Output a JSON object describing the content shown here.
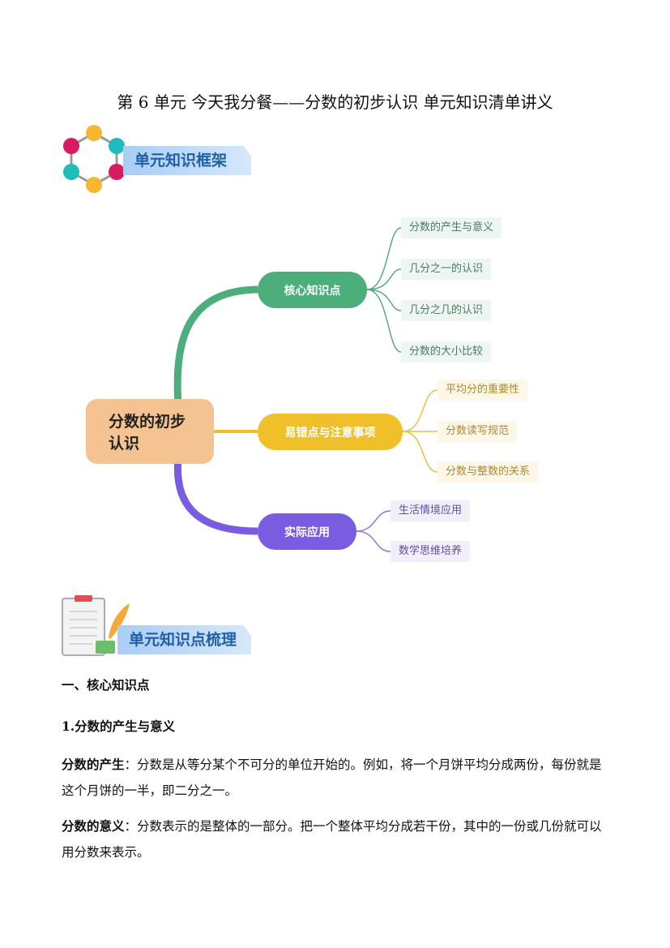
{
  "title": "第 6 单元 今天我分餐——分数的初步认识 单元知识清单讲义",
  "section1": {
    "label": "单元知识框架",
    "icon": "molecule-icon"
  },
  "mindmap": {
    "root": "分数的初步认识",
    "branches": [
      {
        "label": "核心知识点",
        "color": "#4cae7a",
        "children": [
          "分数的产生与意义",
          "几分之一的认识",
          "几分之几的认识",
          "分数的大小比较"
        ]
      },
      {
        "label": "易错点与注意事项",
        "color": "#efc02a",
        "children": [
          "平均分的重要性",
          "分数读写规范",
          "分数与整数的关系"
        ]
      },
      {
        "label": "实际应用",
        "color": "#7a5ce0",
        "children": [
          "生活情境应用",
          "数学思维培养"
        ]
      }
    ]
  },
  "section2": {
    "label": "单元知识点梳理",
    "icon": "clipboard-quill-icon"
  },
  "content": {
    "heading1": "一、核心知识点",
    "heading2": "1.分数的产生与意义",
    "p1_term": "分数的产生",
    "p1_text": "：分数是从等分某个不可分的单位开始的。例如，将一个月饼平均分成两份，每份就是这个月饼的一半，即二分之一。",
    "p2_term": "分数的意义",
    "p2_text": "：分数表示的是整体的一部分。把一个整体平均分成若干份，其中的一份或几份就可以用分数来表示。"
  }
}
